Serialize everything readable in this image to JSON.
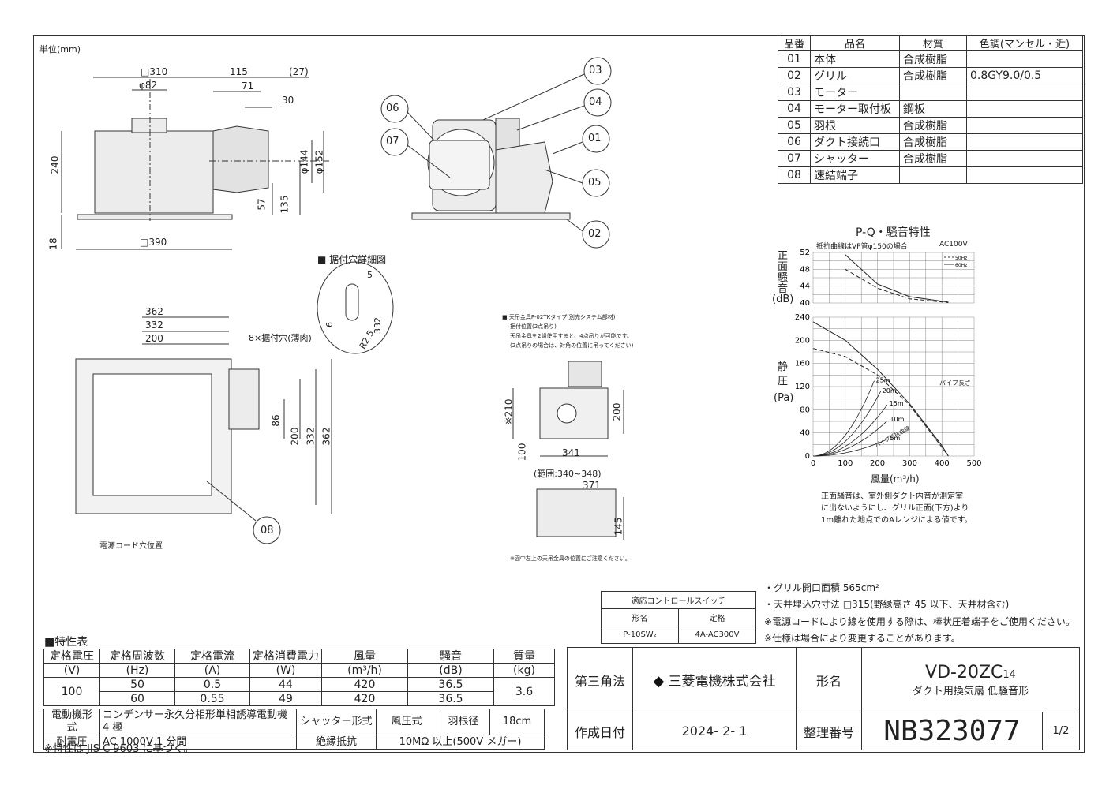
{
  "unit_label": "単位(mm)",
  "parts_table": {
    "headers": [
      "品番",
      "品名",
      "材質",
      "色調(マンセル・近)"
    ],
    "rows": [
      [
        "01",
        "本体",
        "合成樹脂",
        ""
      ],
      [
        "02",
        "グリル",
        "合成樹脂",
        "0.8GY9.0/0.5"
      ],
      [
        "03",
        "モーター",
        "",
        ""
      ],
      [
        "04",
        "モーター取付板",
        "鋼板",
        ""
      ],
      [
        "05",
        "羽根",
        "合成樹脂",
        ""
      ],
      [
        "06",
        "ダクト接続口",
        "合成樹脂",
        ""
      ],
      [
        "07",
        "シャッター",
        "合成樹脂",
        ""
      ],
      [
        "08",
        "速結端子",
        "",
        ""
      ]
    ]
  },
  "side_view": {
    "dims": {
      "w310": "□310",
      "d82": "φ82",
      "d115": "115",
      "d27": "(27)",
      "d71": "71",
      "d30": "30",
      "h240": "240",
      "d144": "φ144",
      "d152": "φ152",
      "d57": "57",
      "d135": "135",
      "d18": "18",
      "w390": "□390"
    }
  },
  "front_view": {
    "callouts": [
      "03",
      "04",
      "01",
      "05",
      "02",
      "06",
      "07"
    ]
  },
  "hole_detail": {
    "title": "■ 据付穴詳細図",
    "dims": {
      "d5": "5",
      "d6": "6",
      "r25": "R2.5",
      "d332": "332"
    }
  },
  "plan_view": {
    "dims": {
      "d362": "362",
      "d332": "332",
      "d200": "200",
      "holes": "8×据付穴(薄肉)",
      "v86": "86",
      "v200": "200",
      "v332": "332",
      "v362": "362"
    },
    "cord_label": "電源コード穴位置",
    "callout": "08"
  },
  "hanger": {
    "title": "■ 天吊金具P-02TKタイプ(別売システム部材)",
    "notes": [
      "据付位置(2点吊り)",
      "天吊金具を2組使用すると、4点吊りが可能です。",
      "(2点吊りの場合は、対角の位置に吊ってください)"
    ],
    "dims": {
      "v210": "※210",
      "v200": "200",
      "v100": "100",
      "w341": "341",
      "range": "(範囲:340~348)",
      "w371": "371",
      "h145": "145"
    },
    "footnote": "※図中左上の天吊金具の位置にご注意ください。"
  },
  "chart_data": {
    "type": "line",
    "title": "P-Q・騒音特性",
    "subtitle": "抵抗曲線はVP管φ150の場合",
    "voltage": "AC100V",
    "legend": [
      "50Hz",
      "60Hz"
    ],
    "noise_axis": {
      "ylabel": "正面騒音(dB)",
      "ylim": [
        40,
        52
      ],
      "ticks": [
        40,
        44,
        48,
        52
      ]
    },
    "pressure_axis": {
      "ylabel": "静圧(Pa)",
      "ylim": [
        0,
        240
      ],
      "ticks": [
        0,
        40,
        80,
        120,
        160,
        200,
        240
      ]
    },
    "x_axis": {
      "xlabel": "風量(m³/h)",
      "xlim": [
        0,
        500
      ],
      "ticks": [
        0,
        100,
        200,
        300,
        400,
        500
      ]
    },
    "series": [
      {
        "name": "60Hz",
        "metric": "pressure",
        "x": [
          0,
          100,
          200,
          300,
          400,
          420
        ],
        "y": [
          232,
          200,
          150,
          90,
          18,
          0
        ]
      },
      {
        "name": "50Hz",
        "metric": "pressure",
        "x": [
          0,
          100,
          200,
          300,
          380,
          420
        ],
        "y": [
          186,
          172,
          140,
          88,
          30,
          0
        ]
      },
      {
        "name": "60Hz",
        "metric": "noise",
        "x": [
          100,
          200,
          300,
          420
        ],
        "y": [
          51.5,
          44.5,
          41.5,
          40.2
        ]
      },
      {
        "name": "50Hz",
        "metric": "noise",
        "x": [
          100,
          200,
          300,
          420
        ],
        "y": [
          48,
          43.5,
          41,
          40.1
        ]
      }
    ],
    "pipe_label": "パイプ長さ",
    "pipe_lengths": [
      "25m",
      "20m",
      "15m",
      "10m",
      "5m"
    ],
    "resistance_label": "パイプ抵抗曲線",
    "note": [
      "正面騒音は、室外側ダクト内音が測定室",
      "に出ないようにし、グリル正面(下方)より",
      "1m離れた地点でのAレンジによる値です。"
    ]
  },
  "notes": [
    "・グリル開口面積  565cm²",
    "・天井埋込穴寸法  □315(野縁高さ 45 以下、天井材含む)",
    "※電源コードにより線を使用する際は、棒状圧着端子をご使用ください。",
    "※仕様は場合により変更することがあります。"
  ],
  "control_switch": {
    "title": "適応コントロールスイッチ",
    "headers": [
      "形名",
      "定格"
    ],
    "row": [
      "P-10SW₂",
      "4A-AC300V"
    ]
  },
  "spec_table": {
    "title": "■特性表",
    "headers": [
      [
        "定格電圧",
        "(V)"
      ],
      [
        "定格周波数",
        "(Hz)"
      ],
      [
        "定格電流",
        "(A)"
      ],
      [
        "定格消費電力",
        "(W)"
      ],
      [
        "風量",
        "(m³/h)"
      ],
      [
        "騒音",
        "(dB)"
      ],
      [
        "質量",
        "(kg)"
      ]
    ],
    "voltage": "100",
    "rows": [
      [
        "50",
        "0.5",
        "44",
        "420",
        "36.5"
      ],
      [
        "60",
        "0.55",
        "49",
        "420",
        "36.5"
      ]
    ],
    "mass": "3.6",
    "motor_label": "電動機形式",
    "motor_value": "コンデンサー永久分相形単相誘導電動機 4 極",
    "shutter_label": "シャッター形式",
    "shutter_value": "風圧式",
    "blade_label": "羽根径",
    "blade_value": "18cm",
    "withstand_label": "耐電圧",
    "withstand_value": "AC 1000V 1 分間",
    "insulation_label": "絶縁抵抗",
    "insulation_value": "10MΩ 以上(500V メガー)",
    "footnote": "※特性は JIS C 9603 に基づく。"
  },
  "title_block": {
    "projection": "第三角法",
    "company": "三菱電機株式会社",
    "model_label": "形名",
    "model": "VD-20ZC",
    "model_suffix": "14",
    "description": "ダクト用換気扇 低騒音形",
    "date_label": "作成日付",
    "date": "2024- 2- 1",
    "number_label": "整理番号",
    "number": "NB323077",
    "page": "1/2"
  }
}
